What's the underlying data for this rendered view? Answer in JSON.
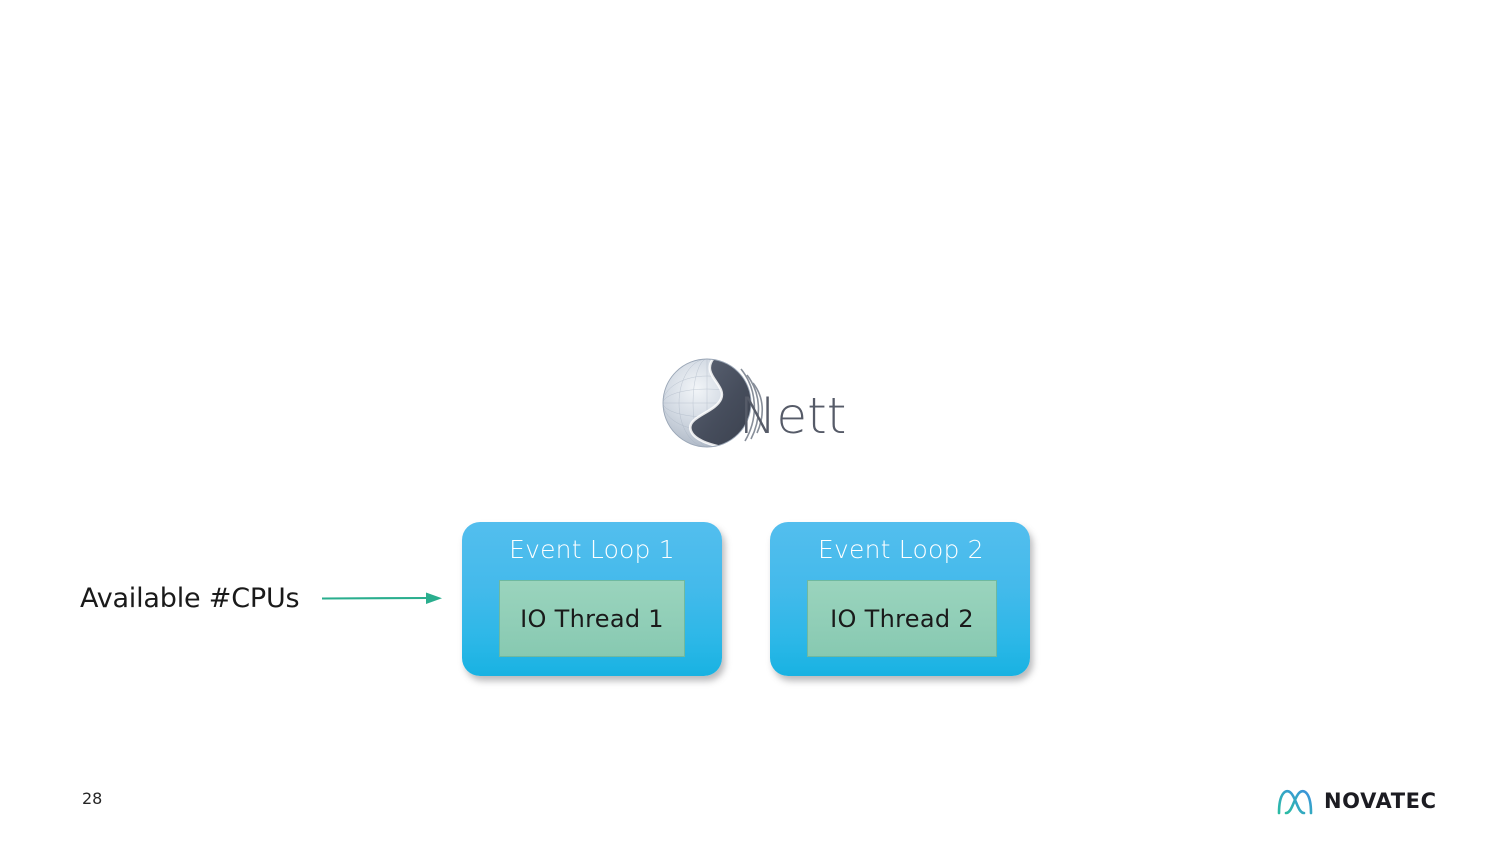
{
  "slide": {
    "page_number": "28",
    "background_color": "#ffffff"
  },
  "logo": {
    "name": "netty-logo",
    "wordmark": "Netty",
    "wordmark_color": "#565b68",
    "sphere_light_color": "#c3ccd8",
    "sphere_dark_color": "#4a5160"
  },
  "annotation": {
    "label": "Available #CPUs",
    "arrow_color": "#2aae8e",
    "arrow_direction": "right",
    "icon": "arrow-right-icon"
  },
  "diagram": {
    "type": "block-diagram",
    "event_loops": [
      {
        "title": "Event Loop 1",
        "thread_label": "IO Thread 1",
        "box_color_top": "#53beee",
        "box_color_bottom": "#18b2e2",
        "thread_color": "#90ceb7"
      },
      {
        "title": "Event Loop 2",
        "thread_label": "IO Thread 2",
        "box_color_top": "#53beee",
        "box_color_bottom": "#18b2e2",
        "thread_color": "#90ceb7"
      }
    ]
  },
  "footer": {
    "brand_name": "NOVATEC",
    "brand_mark_gradient_start": "#2bbba4",
    "brand_mark_gradient_end": "#3d8fe0",
    "brand_text_color": "#1c1c22"
  }
}
